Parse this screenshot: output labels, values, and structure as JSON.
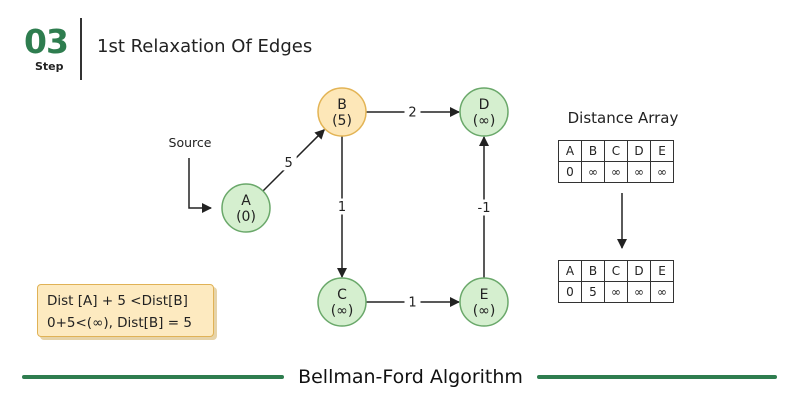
{
  "header": {
    "step_number": "03",
    "step_word": "Step",
    "title": "1st Relaxation Of Edges"
  },
  "graph": {
    "source_label": "Source",
    "nodes": [
      {
        "id": "A",
        "name": "A",
        "value": "(0)",
        "highlight": false
      },
      {
        "id": "B",
        "name": "B",
        "value": "(5)",
        "highlight": true
      },
      {
        "id": "C",
        "name": "C",
        "value": "(∞)",
        "highlight": false
      },
      {
        "id": "D",
        "name": "D",
        "value": "(∞)",
        "highlight": false
      },
      {
        "id": "E",
        "name": "E",
        "value": "(∞)",
        "highlight": false
      }
    ],
    "edges": [
      {
        "from": "A",
        "to": "B",
        "weight": "5"
      },
      {
        "from": "B",
        "to": "D",
        "weight": "2"
      },
      {
        "from": "B",
        "to": "C",
        "weight": "1"
      },
      {
        "from": "C",
        "to": "E",
        "weight": "1"
      },
      {
        "from": "E",
        "to": "D",
        "weight": "-1"
      }
    ]
  },
  "distance_array": {
    "title": "Distance Array",
    "headers": [
      "A",
      "B",
      "C",
      "D",
      "E"
    ],
    "before": [
      "0",
      "∞",
      "∞",
      "∞",
      "∞"
    ],
    "after": [
      "0",
      "5",
      "∞",
      "∞",
      "∞"
    ]
  },
  "note": {
    "line1": "Dist [A] + 5 <Dist[B]",
    "line2": "0+5<(∞), Dist[B] = 5"
  },
  "footer": {
    "title": "Bellman-Ford Algorithm"
  },
  "colors": {
    "accent_green": "#2e7d4f",
    "node_fill": "#d5efcf",
    "node_stroke": "#6aa86a",
    "highlight_fill": "#fde7b8",
    "highlight_stroke": "#e3b455",
    "note_fill": "#fdeac0"
  }
}
